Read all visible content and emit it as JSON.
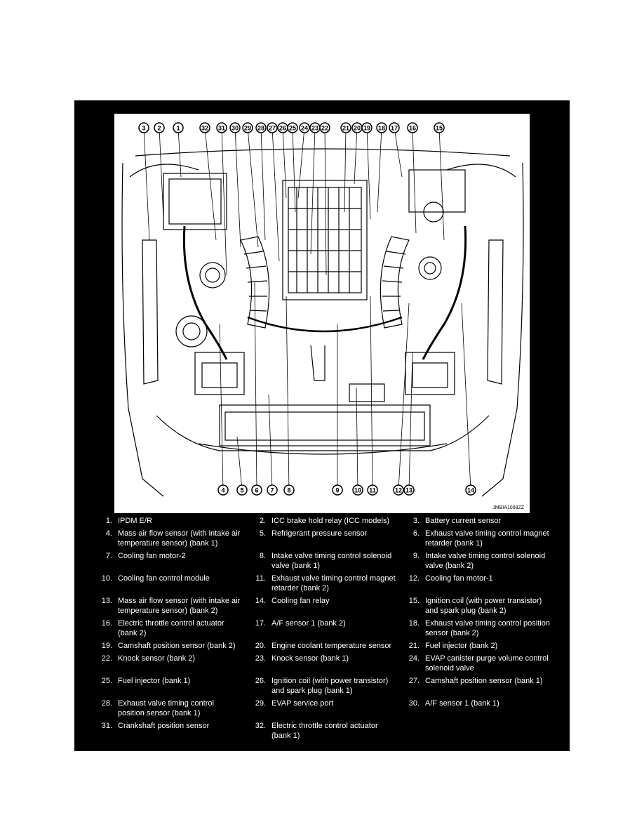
{
  "image_code": "JMBIA1008ZZ",
  "callouts_top": [
    "3",
    "2",
    "1",
    "32",
    "31",
    "30",
    "29",
    "28",
    "27",
    "26",
    "25",
    "24",
    "23",
    "22",
    "21",
    "20",
    "19",
    "18",
    "17",
    "16",
    "15"
  ],
  "callouts_bottom": [
    "4",
    "5",
    "6",
    "7",
    "8",
    "9",
    "10",
    "11",
    "12",
    "13",
    "14"
  ],
  "legend": [
    [
      {
        "n": "1.",
        "t": "IPDM E/R"
      },
      {
        "n": "2.",
        "t": "ICC brake hold relay (ICC models)"
      },
      {
        "n": "3.",
        "t": "Battery current sensor"
      }
    ],
    [
      {
        "n": "4.",
        "t": "Mass air flow sensor (with intake air temperature sensor) (bank 1)"
      },
      {
        "n": "5.",
        "t": "Refrigerant pressure sensor"
      },
      {
        "n": "6.",
        "t": "Exhaust valve timing control magnet retarder (bank 1)"
      }
    ],
    [
      {
        "n": "7.",
        "t": "Cooling fan motor-2"
      },
      {
        "n": "8.",
        "t": "Intake valve timing control solenoid valve (bank 1)"
      },
      {
        "n": "9.",
        "t": "Intake valve timing control solenoid valve (bank 2)"
      }
    ],
    [
      {
        "n": "10.",
        "t": "Cooling fan control module"
      },
      {
        "n": "11.",
        "t": "Exhaust valve timing control magnet retarder (bank 2)"
      },
      {
        "n": "12.",
        "t": "Cooling fan motor-1"
      }
    ],
    [
      {
        "n": "13.",
        "t": "Mass air flow sensor (with intake air temperature sensor) (bank 2)"
      },
      {
        "n": "14.",
        "t": "Cooling fan relay"
      },
      {
        "n": "15.",
        "t": "Ignition coil (with power transistor) and spark plug (bank 2)"
      }
    ],
    [
      {
        "n": "16.",
        "t": "Electric throttle control actuator (bank 2)"
      },
      {
        "n": "17.",
        "t": "A/F sensor 1 (bank 2)"
      },
      {
        "n": "18.",
        "t": "Exhaust valve timing control position sensor (bank 2)"
      }
    ],
    [
      {
        "n": "19.",
        "t": "Camshaft position sensor (bank 2)"
      },
      {
        "n": "20.",
        "t": "Engine coolant temperature sensor"
      },
      {
        "n": "21.",
        "t": "Fuel injector (bank 2)"
      }
    ],
    [
      {
        "n": "22.",
        "t": "Knock sensor (bank 2)"
      },
      {
        "n": "23.",
        "t": "Knock sensor (bank 1)"
      },
      {
        "n": "24.",
        "t": "EVAP canister purge volume control solenoid valve"
      }
    ],
    [
      {
        "n": "25.",
        "t": "Fuel injector (bank 1)"
      },
      {
        "n": "26.",
        "t": "Ignition coil (with power transistor) and spark plug (bank 1)"
      },
      {
        "n": "27.",
        "t": "Camshaft position sensor (bank 1)"
      }
    ],
    [
      {
        "n": "28.",
        "t": "Exhaust valve timing control position sensor (bank 1)"
      },
      {
        "n": "29.",
        "t": "EVAP service port"
      },
      {
        "n": "30.",
        "t": "A/F sensor 1 (bank 1)"
      }
    ],
    [
      {
        "n": "31.",
        "t": "Crankshaft position sensor"
      },
      {
        "n": "32.",
        "t": "Electric throttle control actuator (bank 1)"
      },
      {
        "n": "",
        "t": ""
      }
    ]
  ]
}
